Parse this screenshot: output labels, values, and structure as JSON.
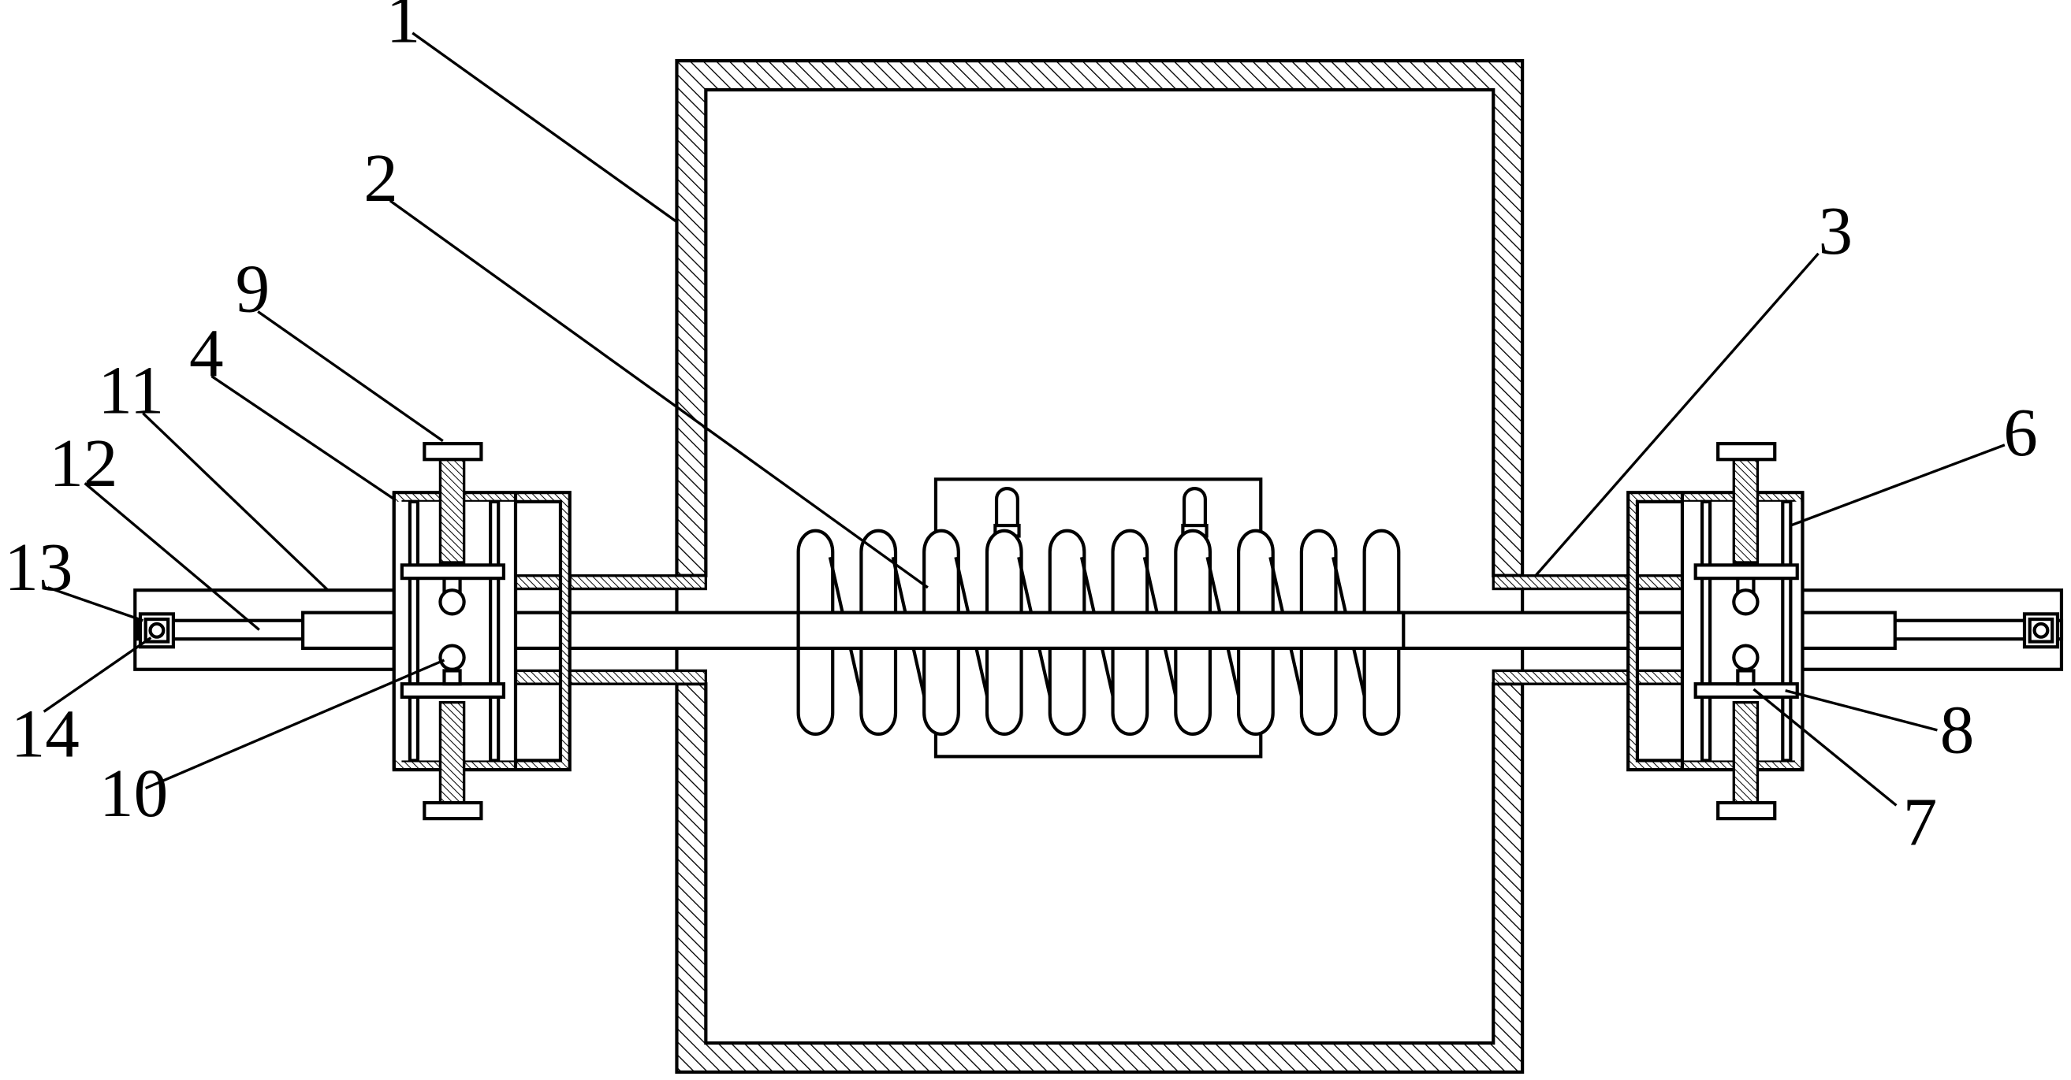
{
  "labels": [
    "1",
    "2",
    "3",
    "4",
    "6",
    "7",
    "8",
    "9",
    "10",
    "11",
    "12",
    "13",
    "14"
  ]
}
